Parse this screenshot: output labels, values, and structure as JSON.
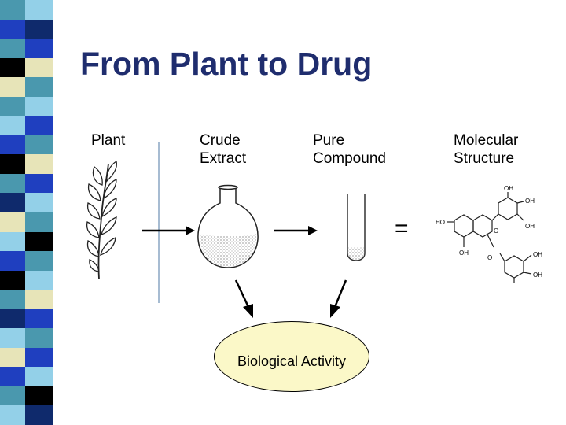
{
  "slide": {
    "title": "From Plant to Drug"
  },
  "stages": {
    "plant": {
      "line1": "Plant"
    },
    "extract": {
      "line1": "Crude",
      "line2": "Extract"
    },
    "compound": {
      "line1": "Pure",
      "line2": "Compound"
    },
    "structure": {
      "line1": "Molecular",
      "line2": "Structure"
    }
  },
  "activity": {
    "label": "Biological Activity"
  },
  "equals": {
    "symbol": "="
  },
  "molecule": {
    "oh_1": "OH",
    "oh_2": "OH",
    "oh_3": "OH",
    "oh_4": "OH",
    "oh_5": "OH",
    "oh_6": "OH",
    "ho_1": "HO",
    "o_1": "O",
    "o_2": "O"
  },
  "colors": {
    "title": "#1f2d6e",
    "ellipse_fill": "#fbf8c8",
    "stripe_teal": "#4a98ae",
    "stripe_blue": "#1f3fbf",
    "stripe_navy": "#0f2a6c",
    "stripe_light": "#93d0e8",
    "stripe_cream": "#e7e4b8",
    "stripe_black": "#000000"
  }
}
